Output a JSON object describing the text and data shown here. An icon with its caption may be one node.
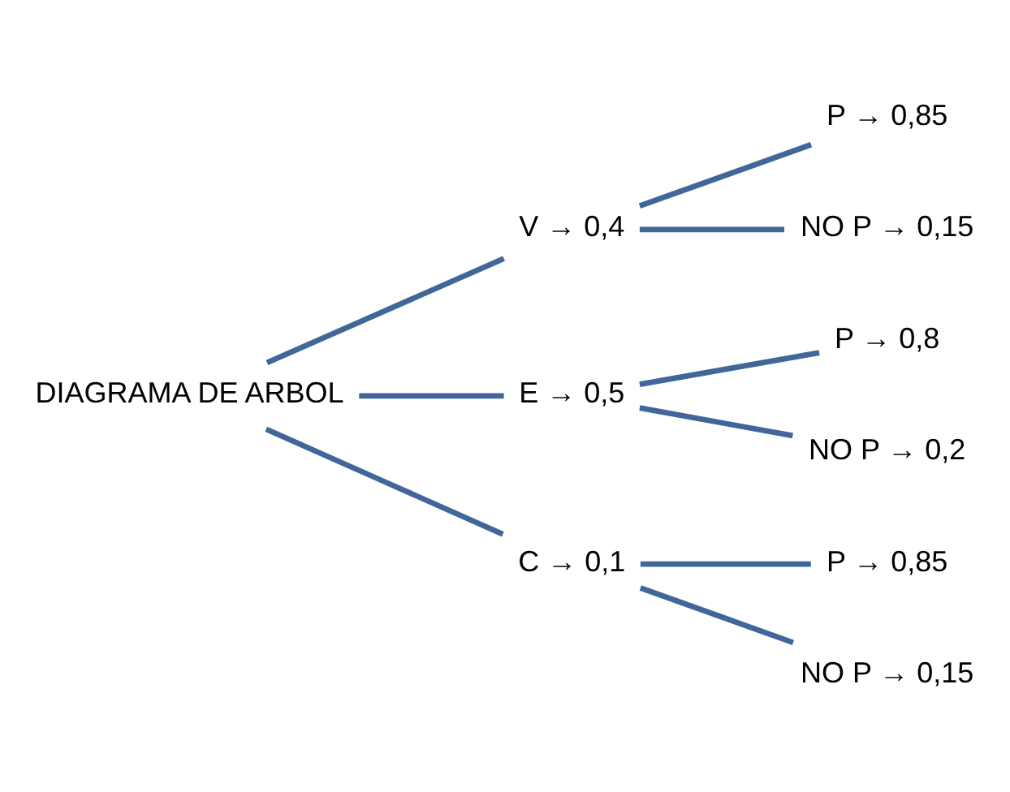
{
  "diagram": {
    "nodes": [
      {
        "text": [
          "DIAGRAMA DE ARBOL"
        ]
      },
      {
        "text": [
          "V → 0,4"
        ]
      },
      {
        "text": [
          "P → 0,85"
        ]
      },
      {
        "text": [
          "NO P → 0,15"
        ]
      },
      {
        "text": [
          "E → 0,5"
        ]
      },
      {
        "text": [
          "P → 0,8"
        ]
      },
      {
        "text": [
          "NO P → 0,2"
        ]
      },
      {
        "text": [
          "C → 0,1"
        ]
      },
      {
        "text": [
          "P → 0,85"
        ]
      },
      {
        "text": [
          "NO P → 0,15"
        ]
      }
    ],
    "edges": [
      {
        "from": 0,
        "to": 1,
        "arrow": "none"
      },
      {
        "from": 0,
        "to": 4,
        "arrow": "none"
      },
      {
        "from": 0,
        "to": 7,
        "arrow": "none"
      },
      {
        "from": 1,
        "to": 2,
        "arrow": "none"
      },
      {
        "from": 1,
        "to": 3,
        "arrow": "none"
      },
      {
        "from": 4,
        "to": 5,
        "arrow": "none"
      },
      {
        "from": 4,
        "to": 6,
        "arrow": "none"
      },
      {
        "from": 7,
        "to": 8,
        "arrow": "none"
      },
      {
        "from": 7,
        "to": 9,
        "arrow": "none"
      }
    ]
  }
}
